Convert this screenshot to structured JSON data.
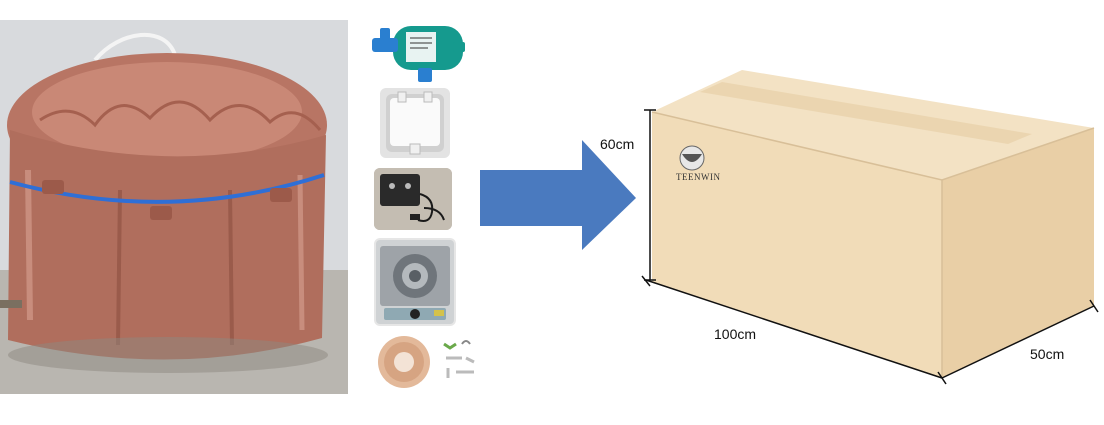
{
  "photo": {
    "subject": "biogas-digester-bag"
  },
  "accessories": [
    {
      "name": "gas-filter",
      "icon": "filter-icon"
    },
    {
      "name": "desulfurizer",
      "icon": "filter-cartridge-icon"
    },
    {
      "name": "gas-pump",
      "icon": "pump-icon"
    },
    {
      "name": "gas-stove",
      "icon": "stove-icon"
    },
    {
      "name": "hose-and-fittings",
      "icon": "hose-icon"
    }
  ],
  "arrow": {
    "color": "#4a7abf"
  },
  "box": {
    "brand": "TEENWIN",
    "dimensions": {
      "height": "60cm",
      "length": "100cm",
      "width": "50cm"
    },
    "colors": {
      "top": "#f3e2c4",
      "front": "#f1dcb8",
      "side": "#e9cfa6"
    }
  },
  "bag": {
    "color": "#b2705f",
    "strap": "#2f6fd6"
  }
}
